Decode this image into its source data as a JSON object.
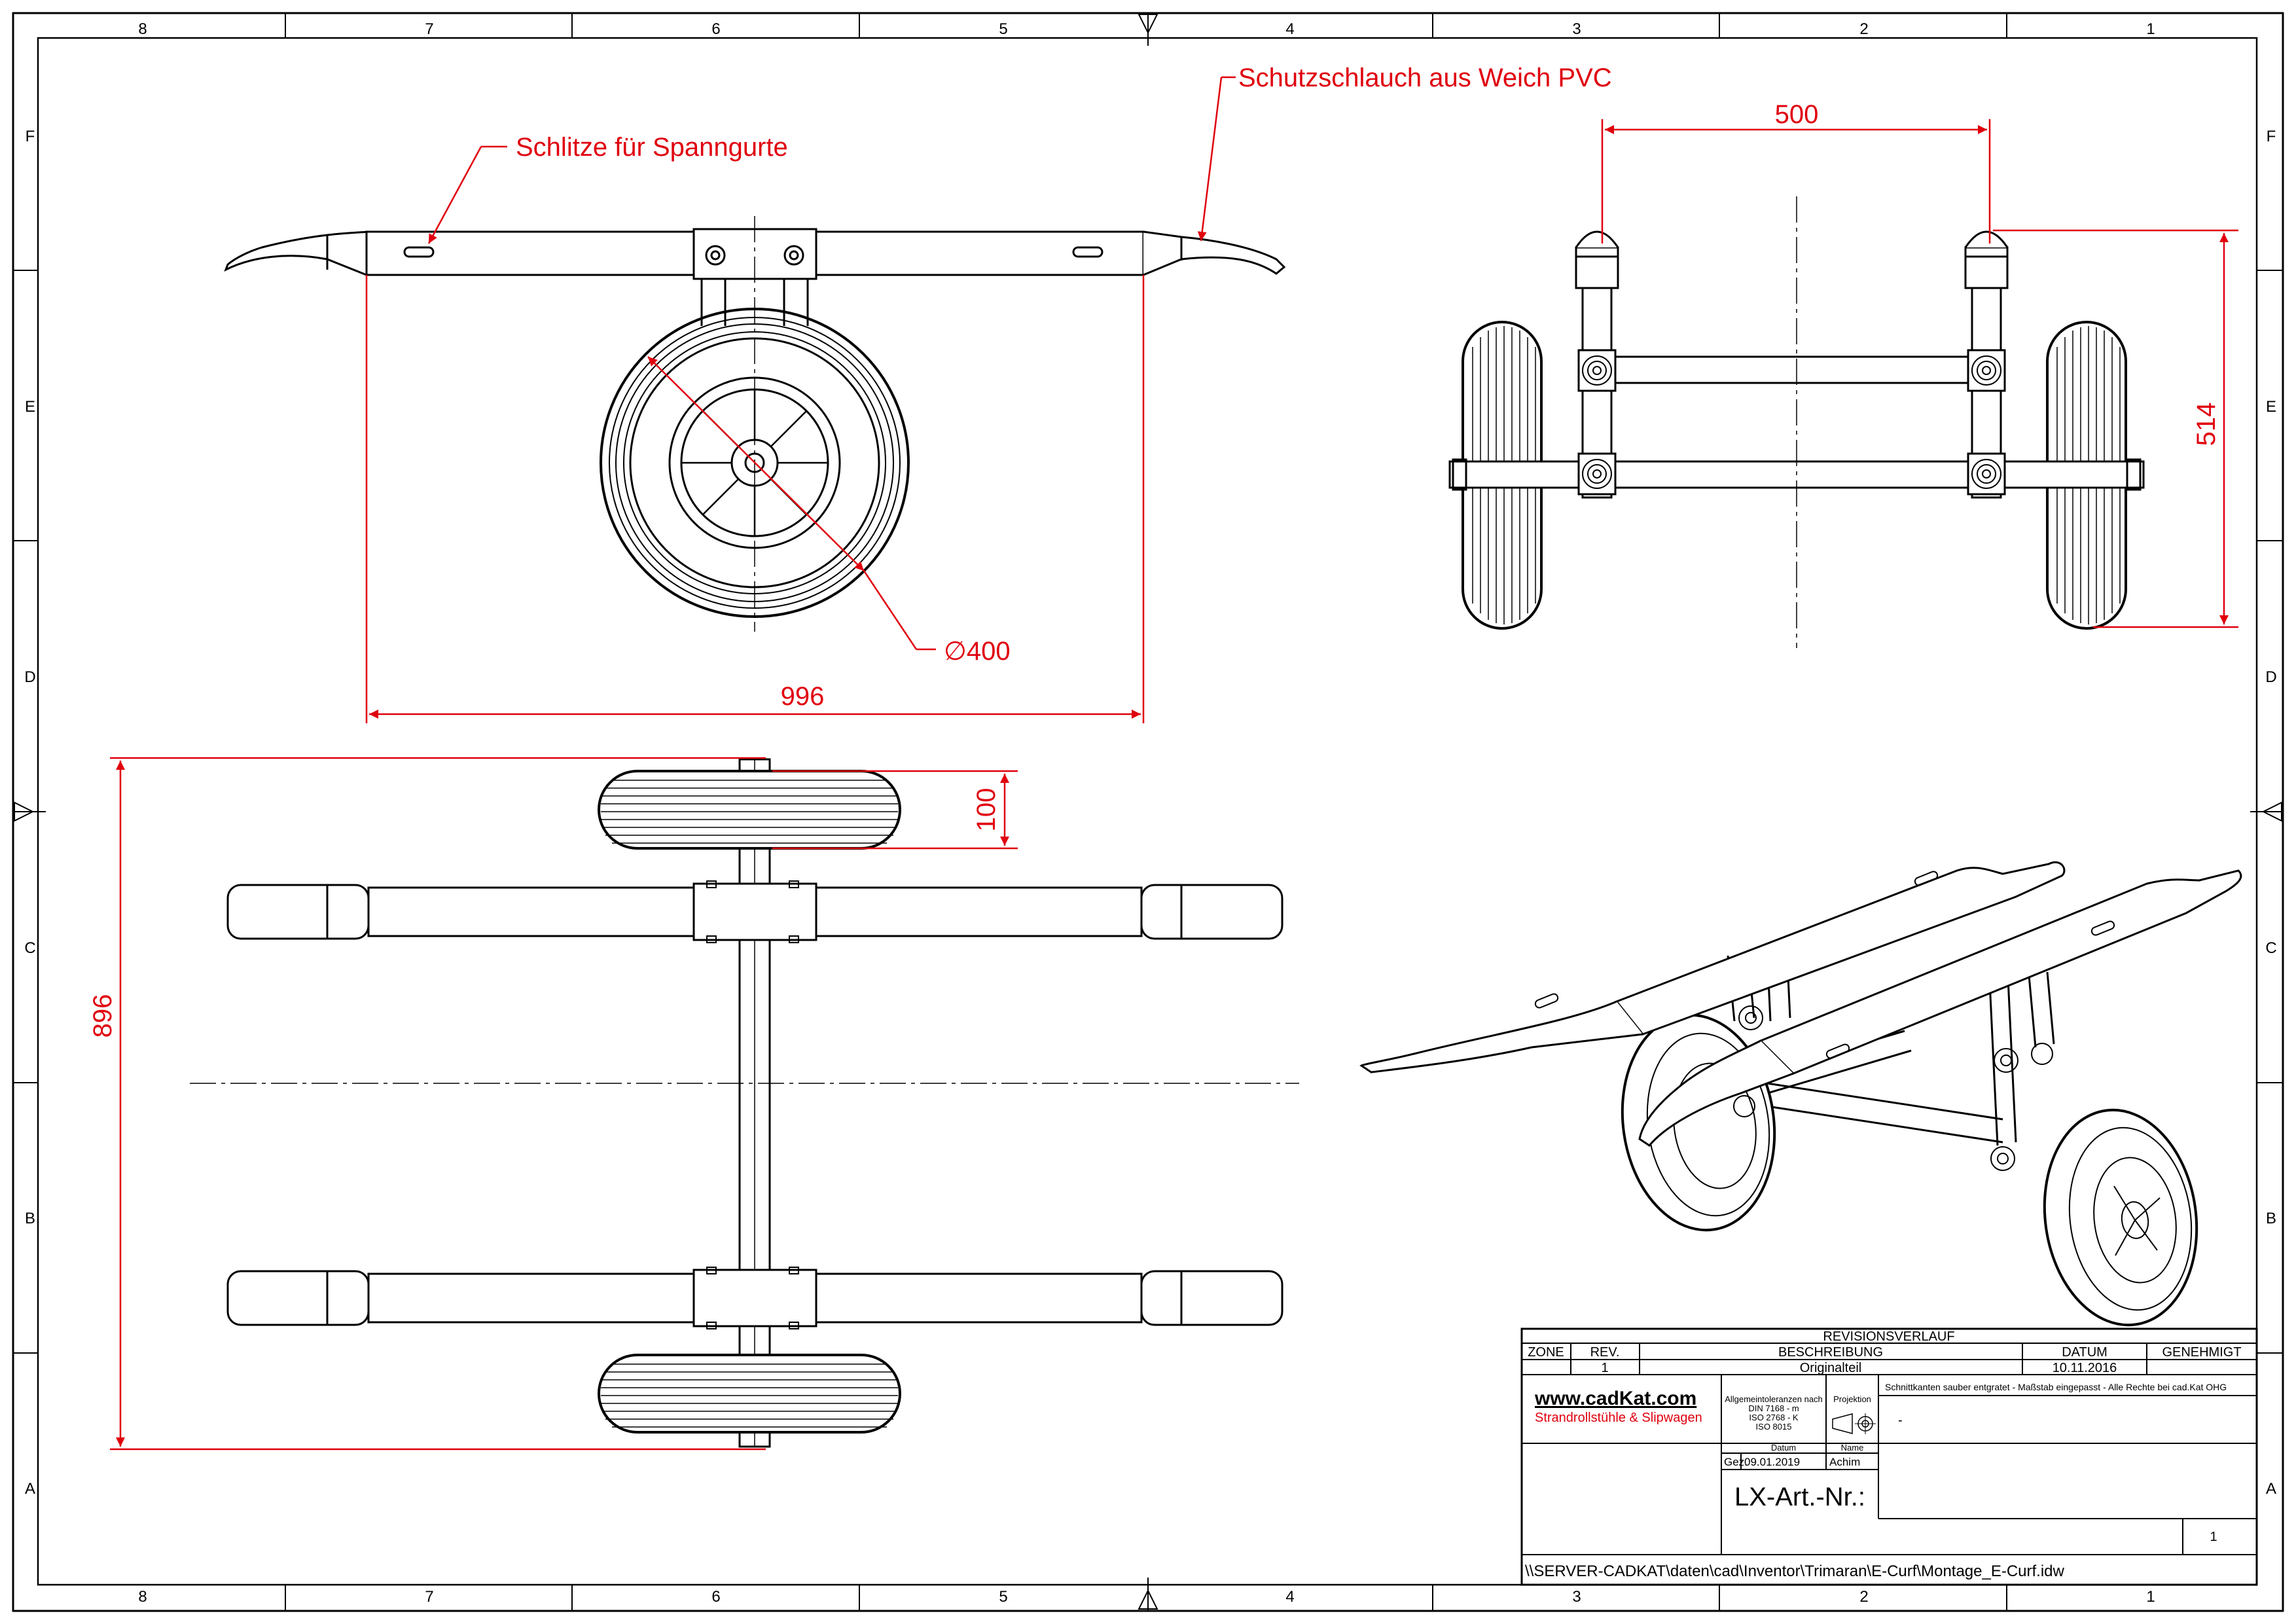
{
  "colors": {
    "dimension": "#e0000e",
    "line": "#000000",
    "paper": "#ffffff"
  },
  "zones": {
    "columns": [
      "8",
      "7",
      "6",
      "5",
      "4",
      "3",
      "2",
      "1"
    ],
    "rows": [
      "F",
      "E",
      "D",
      "C",
      "B",
      "A"
    ]
  },
  "annotations": {
    "slots": "Schlitze für Spanngurte",
    "hose": "Schutzschlauch aus Weich PVC"
  },
  "dimensions": {
    "wheel_diameter": "∅400",
    "frame_width": "996",
    "wheel_spacing": "500",
    "side_height": "514",
    "tire_width": "100",
    "total_length": "896"
  },
  "title_block": {
    "revision_title": "REVISIONSVERLAUF",
    "headers": {
      "zone": "ZONE",
      "rev": "REV.",
      "description": "BESCHREIBUNG",
      "date": "DATUM",
      "approved": "GENEHMIGT"
    },
    "revision_row": {
      "rev": "1",
      "description": "Originalteil",
      "date": "10.11.2016"
    },
    "company": "www.cadKat.com",
    "company_sub": "Strandrollstühle & Slipwagen",
    "tolerance_lines": [
      "Allgemeintoleranzen nach",
      "DIN 7168 - m",
      "ISO 2768 - K",
      "ISO 8015"
    ],
    "projection_label": "Projektion",
    "note": "Schnittkanten sauber entgratet - Maßstab eingepasst - Alle Rechte bei cad.Kat OHG",
    "note_value": "-",
    "datum_label": "Datum",
    "name_label": "Name",
    "gez_label": "Gez.",
    "gez_date": "09.01.2019",
    "gez_name": "Achim",
    "article_label": "LX-Art.-Nr.:",
    "sheet_number": "1",
    "file_path": "\\\\SERVER-CADKAT\\daten\\cad\\Inventor\\Trimaran\\E-Curf\\Montage_E-Curf.idw"
  }
}
